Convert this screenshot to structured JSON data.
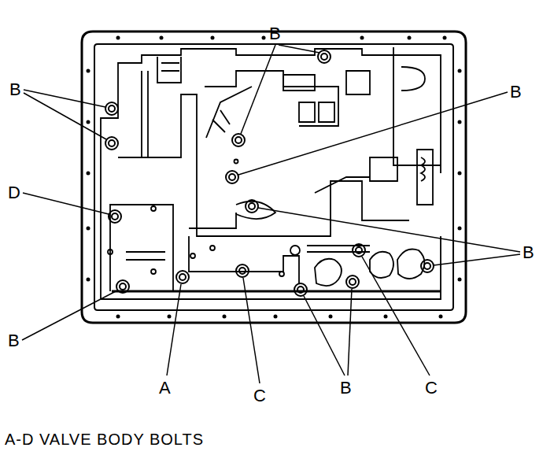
{
  "diagram": {
    "caption": "A-D VALVE BODY BOLTS",
    "labels": [
      "B",
      "B",
      "B",
      "D",
      "B",
      "B",
      "A",
      "C",
      "B",
      "C"
    ]
  }
}
